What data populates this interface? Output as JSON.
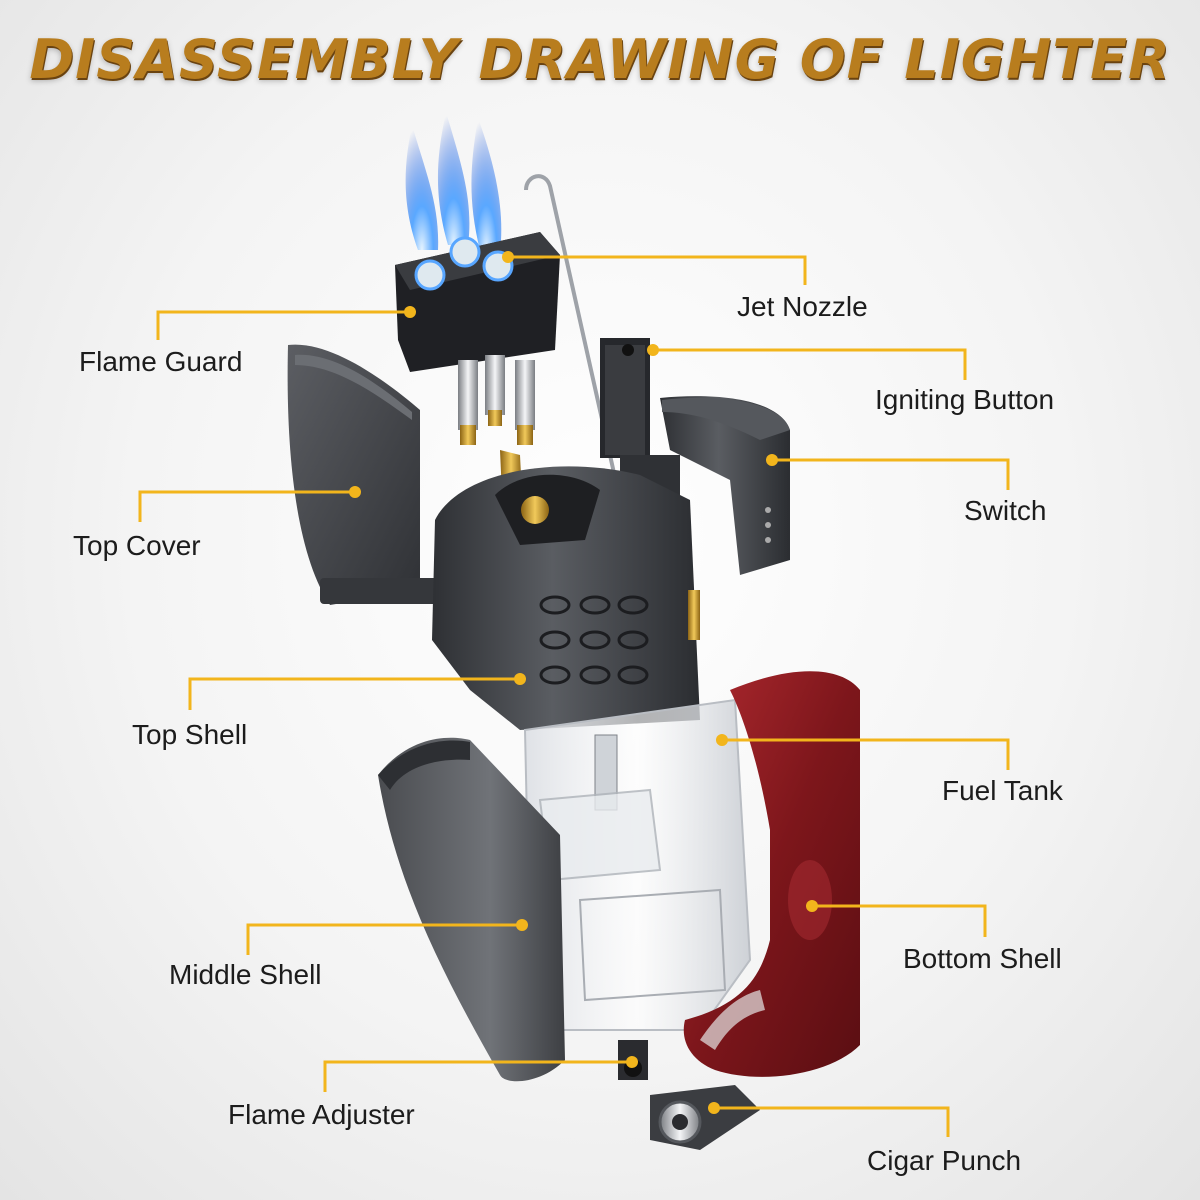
{
  "title": "DISASSEMBLY DRAWING OF LIGHTER",
  "colors": {
    "title": "#b87d1e",
    "leader_line": "#f2b51c",
    "label_text": "#1c1c1c",
    "flame": "#2f7cff",
    "metal_dark": "#45474b",
    "bottom_shell": "#8a1b20",
    "brass": "#c99a2e"
  },
  "labels": {
    "jet_nozzle": "Jet Nozzle",
    "flame_guard": "Flame Guard",
    "igniting_button": "Igniting Button",
    "switch": "Switch",
    "top_cover": "Top Cover",
    "top_shell": "Top Shell",
    "fuel_tank": "Fuel Tank",
    "middle_shell": "Middle Shell",
    "bottom_shell": "Bottom Shell",
    "flame_adjuster": "Flame Adjuster",
    "cigar_punch": "Cigar Punch"
  }
}
